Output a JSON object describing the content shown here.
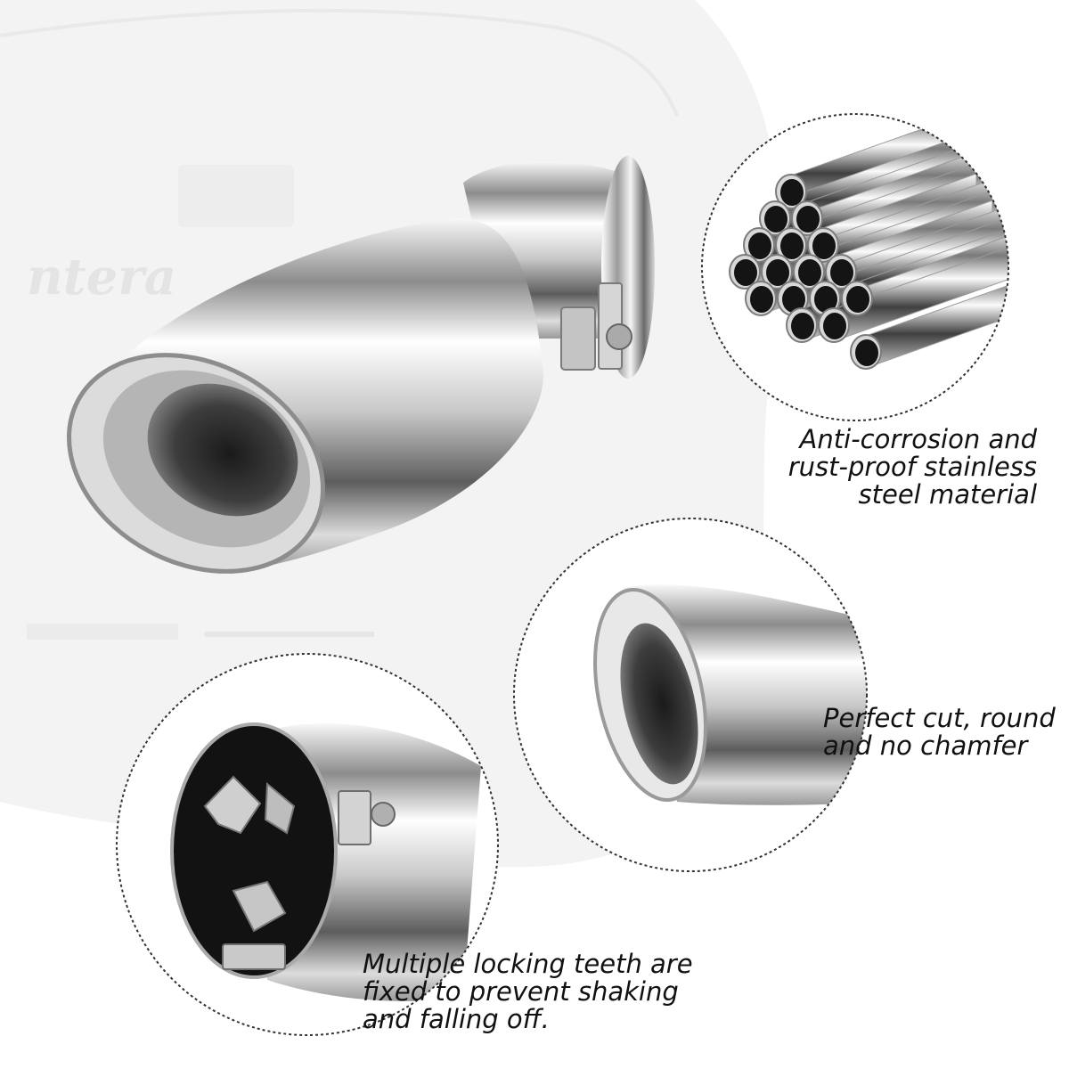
{
  "background": {
    "car_badge_text": "ntera"
  },
  "features": [
    {
      "id": "material",
      "lines": [
        "Anti-corrosion and",
        "rust-proof stainless",
        "steel material"
      ]
    },
    {
      "id": "cut",
      "lines": [
        "Perfect cut, round",
        "and no chamfer"
      ]
    },
    {
      "id": "teeth",
      "lines": [
        "Multiple locking teeth are",
        "fixed to prevent shaking",
        "and falling off."
      ]
    }
  ],
  "colors": {
    "background": "#ffffff",
    "car_silhouette": "#f3f3f3",
    "chrome_dark": "#3a3a3a",
    "chrome_light": "#f4f4f4",
    "callout_border": "#333333",
    "text": "#111111"
  }
}
